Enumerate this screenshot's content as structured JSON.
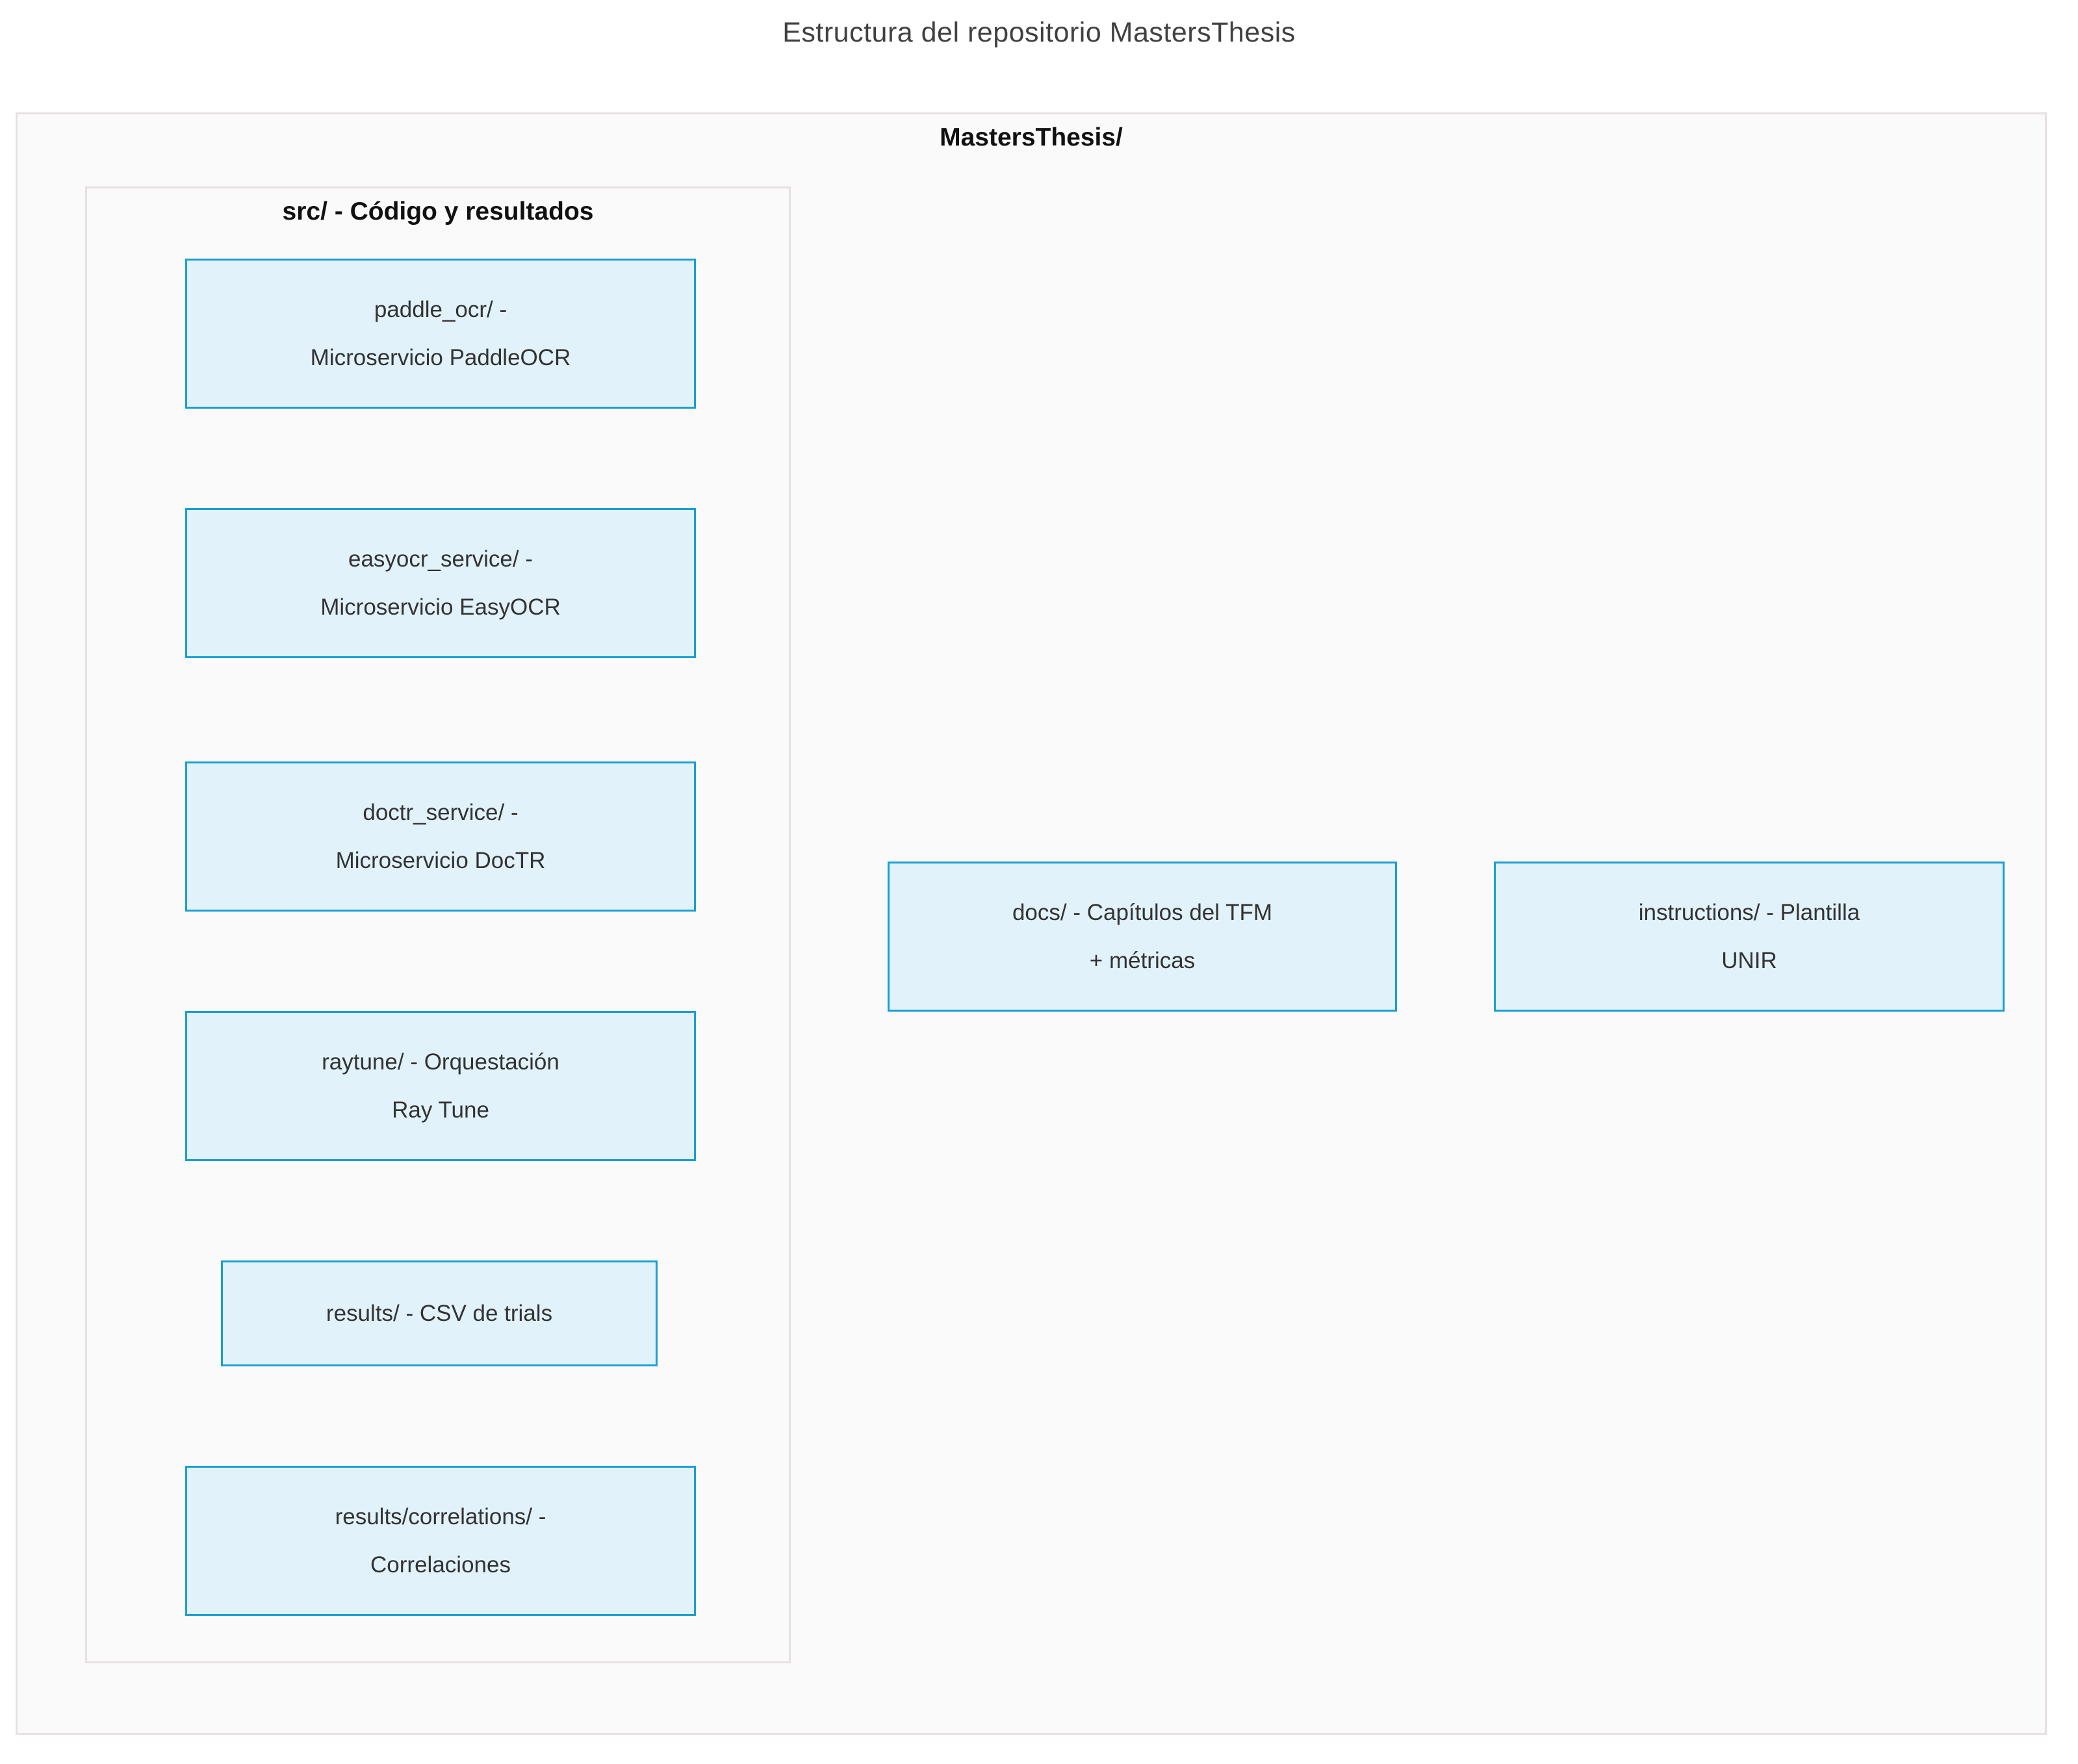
{
  "page": {
    "title": "Estructura del repositorio MastersThesis"
  },
  "diagram": {
    "root": {
      "label": "MastersThesis/"
    },
    "src_group": {
      "label": "src/ - Código y resultados"
    },
    "nodes": {
      "paddle_ocr": {
        "lines": [
          "paddle_ocr/ -",
          "Microservicio PaddleOCR"
        ]
      },
      "easyocr_service": {
        "lines": [
          "easyocr_service/ -",
          "Microservicio EasyOCR"
        ]
      },
      "doctr_service": {
        "lines": [
          "doctr_service/ -",
          "Microservicio DocTR"
        ]
      },
      "raytune": {
        "lines": [
          "raytune/ - Orquestación",
          "Ray Tune"
        ]
      },
      "results": {
        "lines": [
          "results/ - CSV de trials"
        ]
      },
      "results_correlations": {
        "lines": [
          "results/correlations/ -",
          "Correlaciones"
        ]
      },
      "docs": {
        "lines": [
          "docs/ - Capítulos del TFM",
          "+ métricas"
        ]
      },
      "instructions": {
        "lines": [
          "instructions/ - Plantilla",
          "UNIR"
        ]
      }
    },
    "colors": {
      "node_fill": "#e1f2fa",
      "node_border": "#1a9fd0",
      "container_fill": "#fbfafa",
      "container_border": "#e8e0e0",
      "node_text": "#333333",
      "label_text": "#111111",
      "title_text": "#404040",
      "page_background": "#ffffff"
    }
  }
}
